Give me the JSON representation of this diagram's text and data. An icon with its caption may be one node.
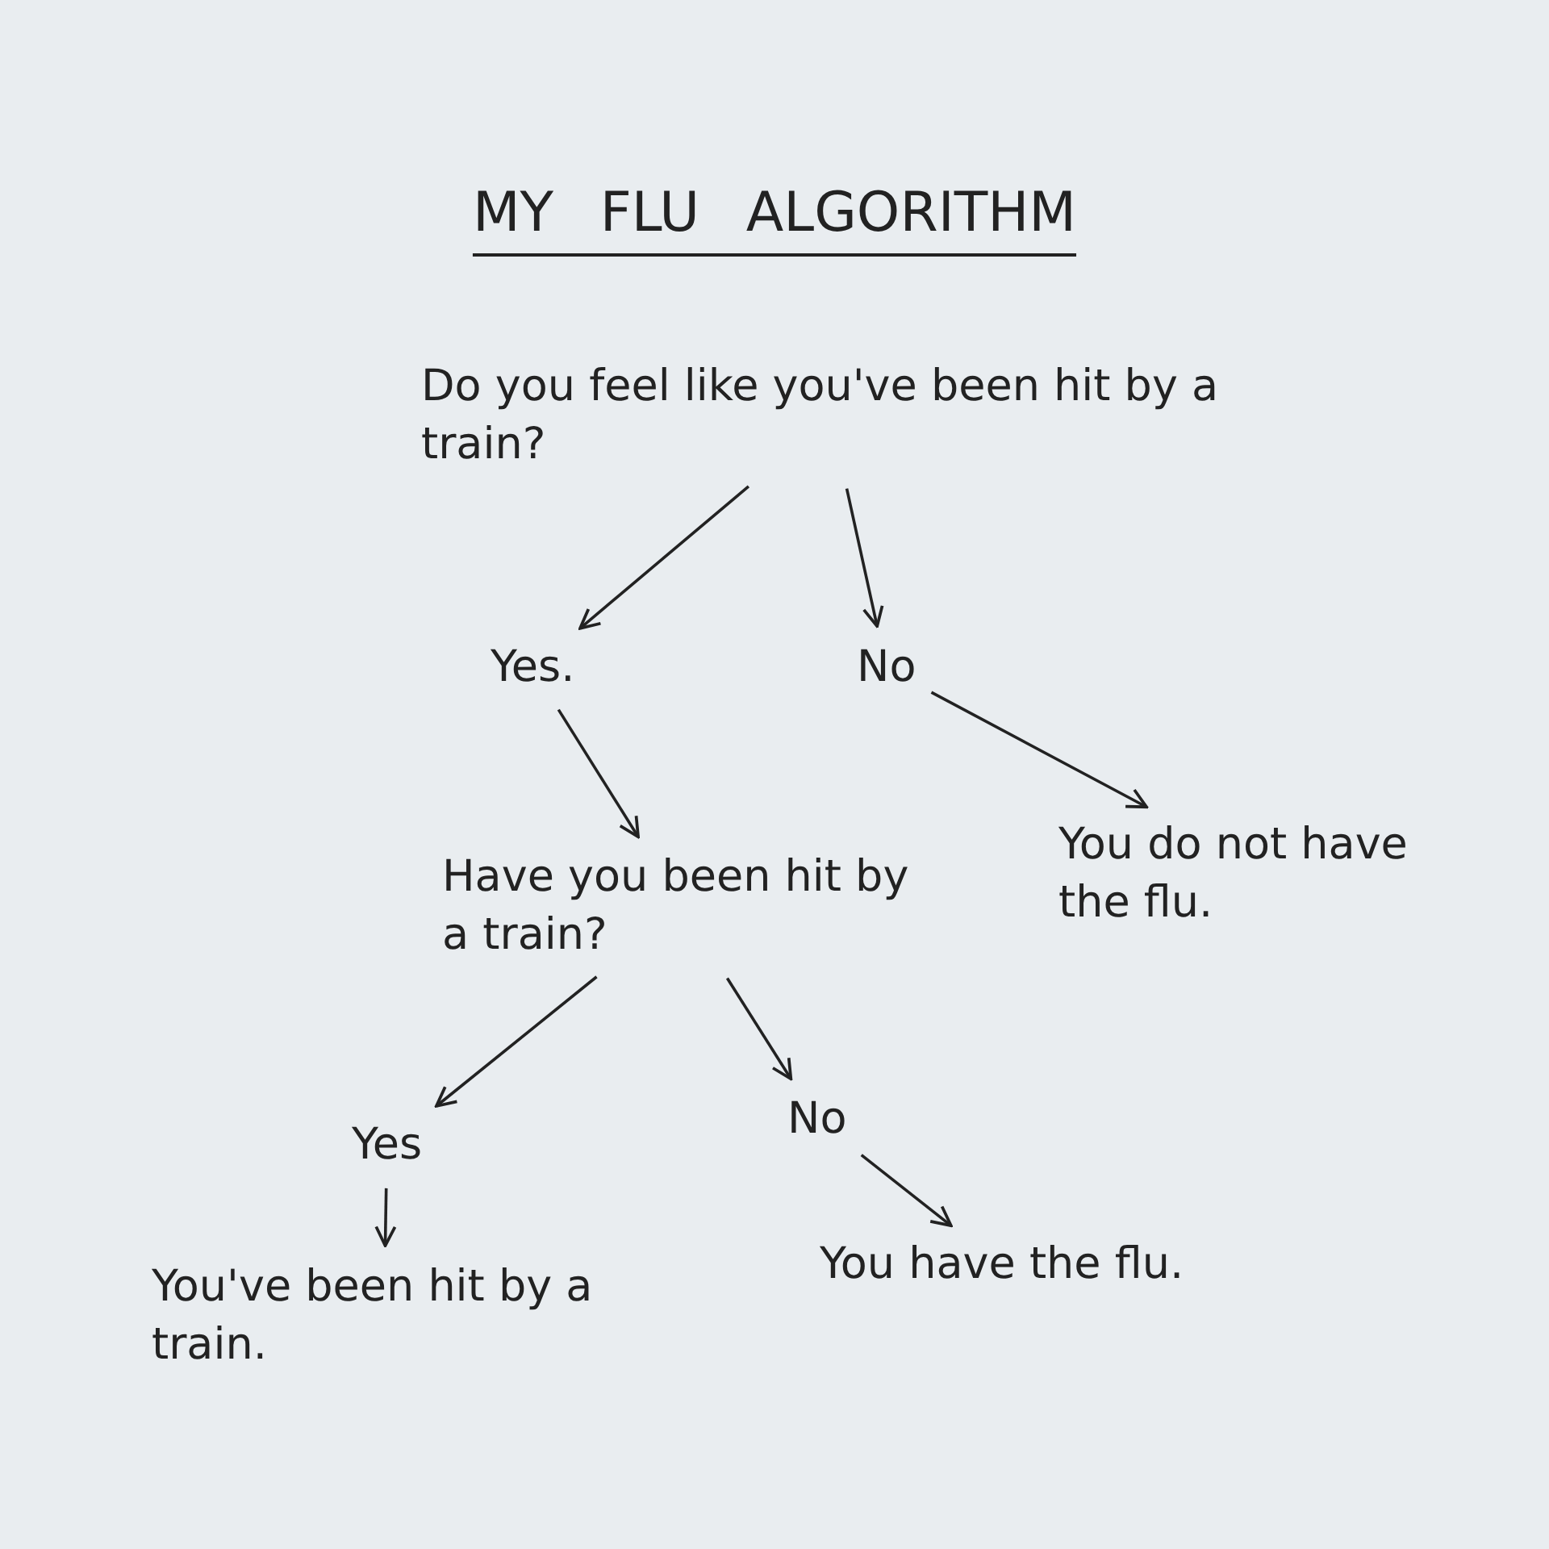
{
  "diagram": {
    "title": "MY FLU ALGORITHM",
    "nodes": [
      {
        "text": [
          "Do you feel like you've been hit by a train?"
        ]
      },
      {
        "text": [
          "Yes."
        ]
      },
      {
        "text": [
          "No"
        ]
      },
      {
        "text": [
          "Have you been hit by a train?"
        ]
      },
      {
        "text": [
          "You do not have the flu."
        ]
      },
      {
        "text": [
          "Yes"
        ]
      },
      {
        "text": [
          "No"
        ]
      },
      {
        "text": [
          "You've been hit by a train."
        ]
      },
      {
        "text": [
          "You have the flu."
        ]
      }
    ],
    "edges": [
      {
        "from": 0,
        "to": 1,
        "arrow": "to"
      },
      {
        "from": 0,
        "to": 2,
        "arrow": "to"
      },
      {
        "from": 1,
        "to": 3,
        "arrow": "to"
      },
      {
        "from": 2,
        "to": 4,
        "arrow": "to"
      },
      {
        "from": 3,
        "to": 5,
        "arrow": "to"
      },
      {
        "from": 3,
        "to": 6,
        "arrow": "to"
      },
      {
        "from": 5,
        "to": 7,
        "arrow": "to"
      },
      {
        "from": 6,
        "to": 8,
        "arrow": "to"
      }
    ]
  }
}
